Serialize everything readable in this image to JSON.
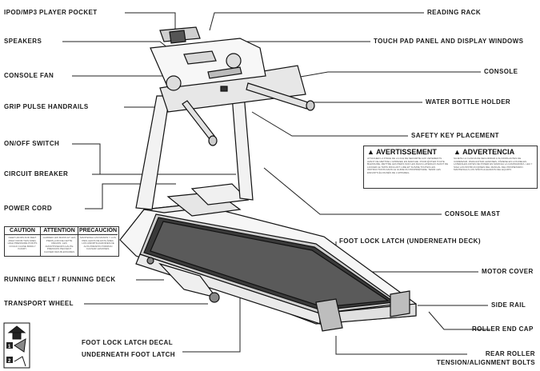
{
  "labels": {
    "ipod_pocket": "IPOD/MP3 PLAYER POCKET",
    "speakers": "SPEAKERS",
    "console_fan": "CONSOLE FAN",
    "grip_pulse": "GRIP PULSE HANDRAILS",
    "on_off": "ON/OFF SWITCH",
    "circuit_breaker": "CIRCUIT BREAKER",
    "power_cord": "POWER CORD",
    "running_belt": "RUNNING BELT / RUNNING DECK",
    "transport_wheel": "TRANSPORT WHEEL",
    "foot_lock_decal": "FOOT LOCK LATCH DECAL",
    "underneath_latch": "UNDERNEATH FOOT LATCH",
    "reading_rack": "READING RACK",
    "touch_pad": "TOUCH PAD PANEL AND DISPLAY WINDOWS",
    "console": "CONSOLE",
    "water_bottle": "WATER BOTTLE HOLDER",
    "safety_key": "SAFETY KEY PLACEMENT",
    "console_mast": "CONSOLE MAST",
    "foot_lock_latch": "FOOT LOCK LATCH (UNDERNEATH DECK)",
    "motor_cover": "MOTOR COVER",
    "side_rail": "SIDE RAIL",
    "roller_end_cap": "ROLLER END CAP",
    "rear_roller_1": "REAR ROLLER",
    "rear_roller_2": "TENSION/ALIGNMENT BOLTS"
  },
  "warning": {
    "avertissement": "▲ AVERTISSEMENT",
    "advertencia": "▲ ADVERTENCIA",
    "fine_fr": "ATTACHER LA PINCE DE LA CLÉ DE SÉCURITÉ AUX VÊTEMENTS AVANT DE METTRE L'APPAREIL EN MARCHE. POUR ÉVITER TOUTE BLESSURE, METTRE LES PIEDS SUR LES RAILS LATÉRAUX AVANT DE LANCER LE TAPIS ROULANT. LIRE ET SUIVRE TOUTES LES INSTRUCTIONS DANS LE GUIDE DU PROPRIÉTAIRE. TENIR LES ENFANTS ÉLOIGNÉS DE L'APPAREIL.",
    "fine_es": "SUJETE LA CLAVIJA DE SEGURIDAD A SU ROPA ANTES DE COMENZAR. PARA EVITAR LESIONES, PÁRESE EN LOS RIELES LATERALES ANTES DE PONER EN MARCHA LA CAMINADORA. LEA Y SIGA LAS INSTRUCCIONES DEL MANUAL DEL PROPIETARIO. MANTENGA A LOS NIÑOS ALEJADOS DEL EQUIPO."
  },
  "caution": {
    "caution": "CAUTION",
    "attention": "ATTENTION",
    "precaucion": "PRECAUCIÓN",
    "fine_en": "KEEP HANDS AND FEET AWAY FROM THIS AREA. HIGH PRESSURE POINTS COULD CAUSE BODILY INJURY.",
    "fine_fr": "GARDER LES MAINS ET LES PIEDS LOIN DE CETTE RÉGION. LES AMORTISSEURS HAUTE PRESSION PEUVENT CAUSER DES BLESSURES CORPORELLES.",
    "fine_es": "MANTENGA LAS MANOS Y LOS PIES LEJOS DE ESTA ÁREA. LOS AMORTIGUADORES DE ALTA PRESIÓN PODRÍAN CAUSAR LESIONES."
  }
}
